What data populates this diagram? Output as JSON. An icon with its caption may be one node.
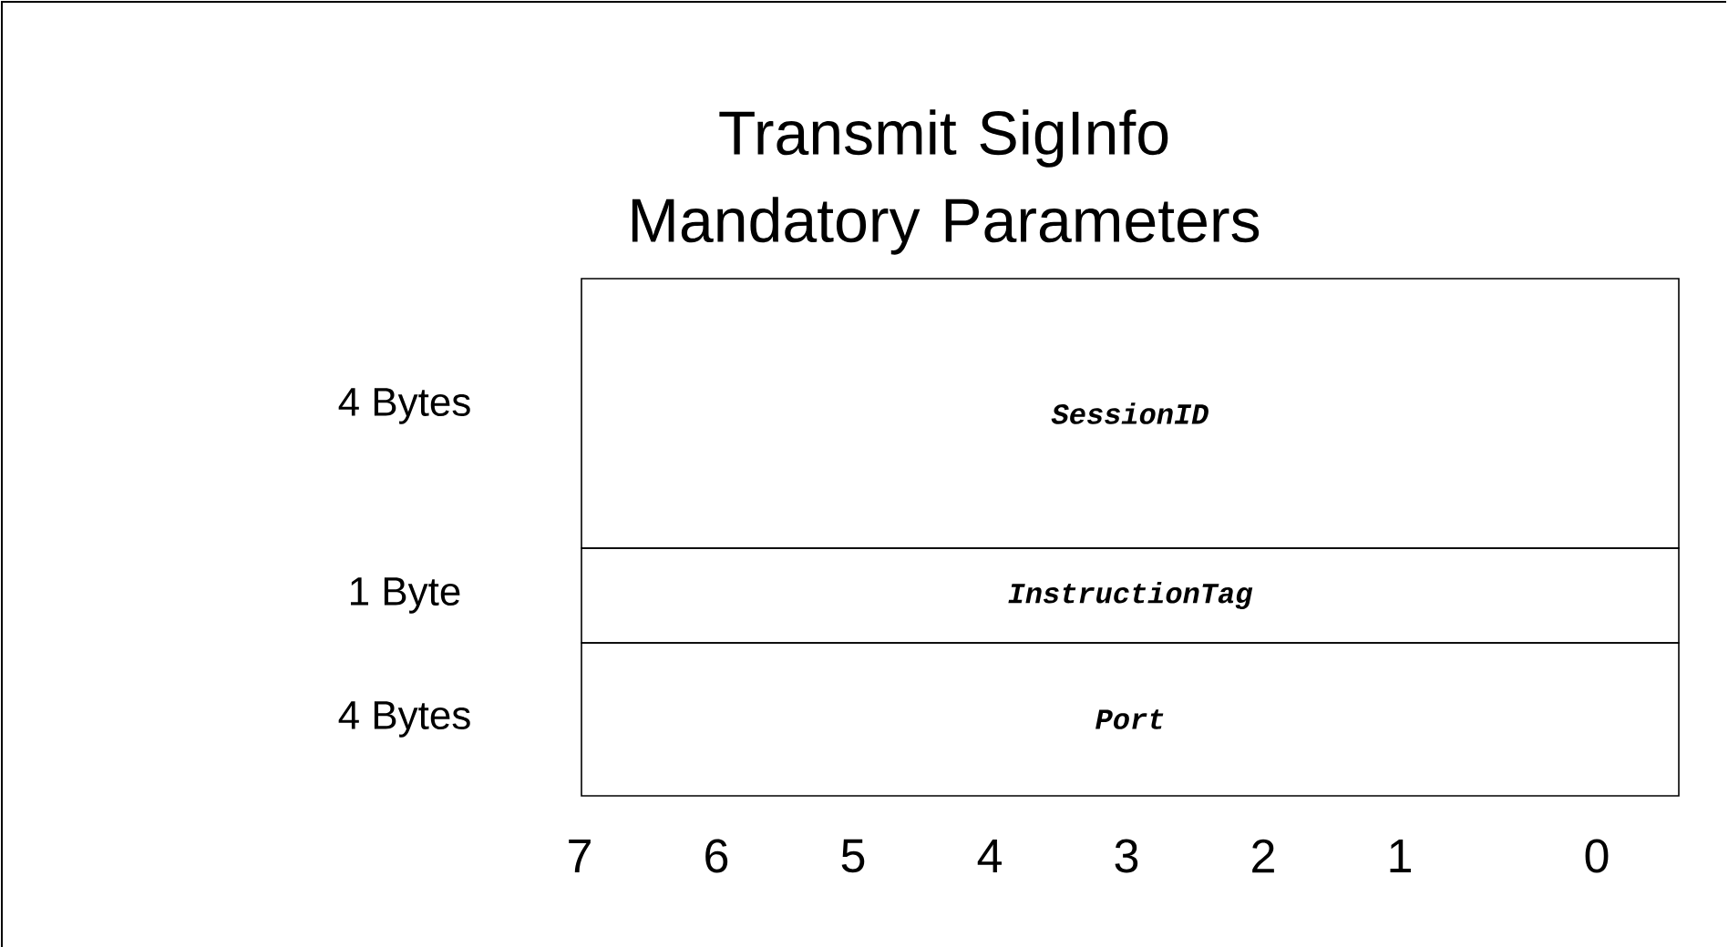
{
  "diagram": {
    "title": "Transmit SigInfo Mandatory Parameters",
    "nodes": [
      {
        "text": [
          "SessionID"
        ],
        "beside": [
          "4 Bytes"
        ]
      },
      {
        "text": [
          "InstructionTag"
        ],
        "beside": [
          "1 Byte"
        ]
      },
      {
        "text": [
          "Port"
        ],
        "beside": [
          "4 Bytes"
        ]
      }
    ],
    "labels": [
      "7",
      "6",
      "5",
      "4",
      "3",
      "2",
      "1",
      "0"
    ]
  }
}
